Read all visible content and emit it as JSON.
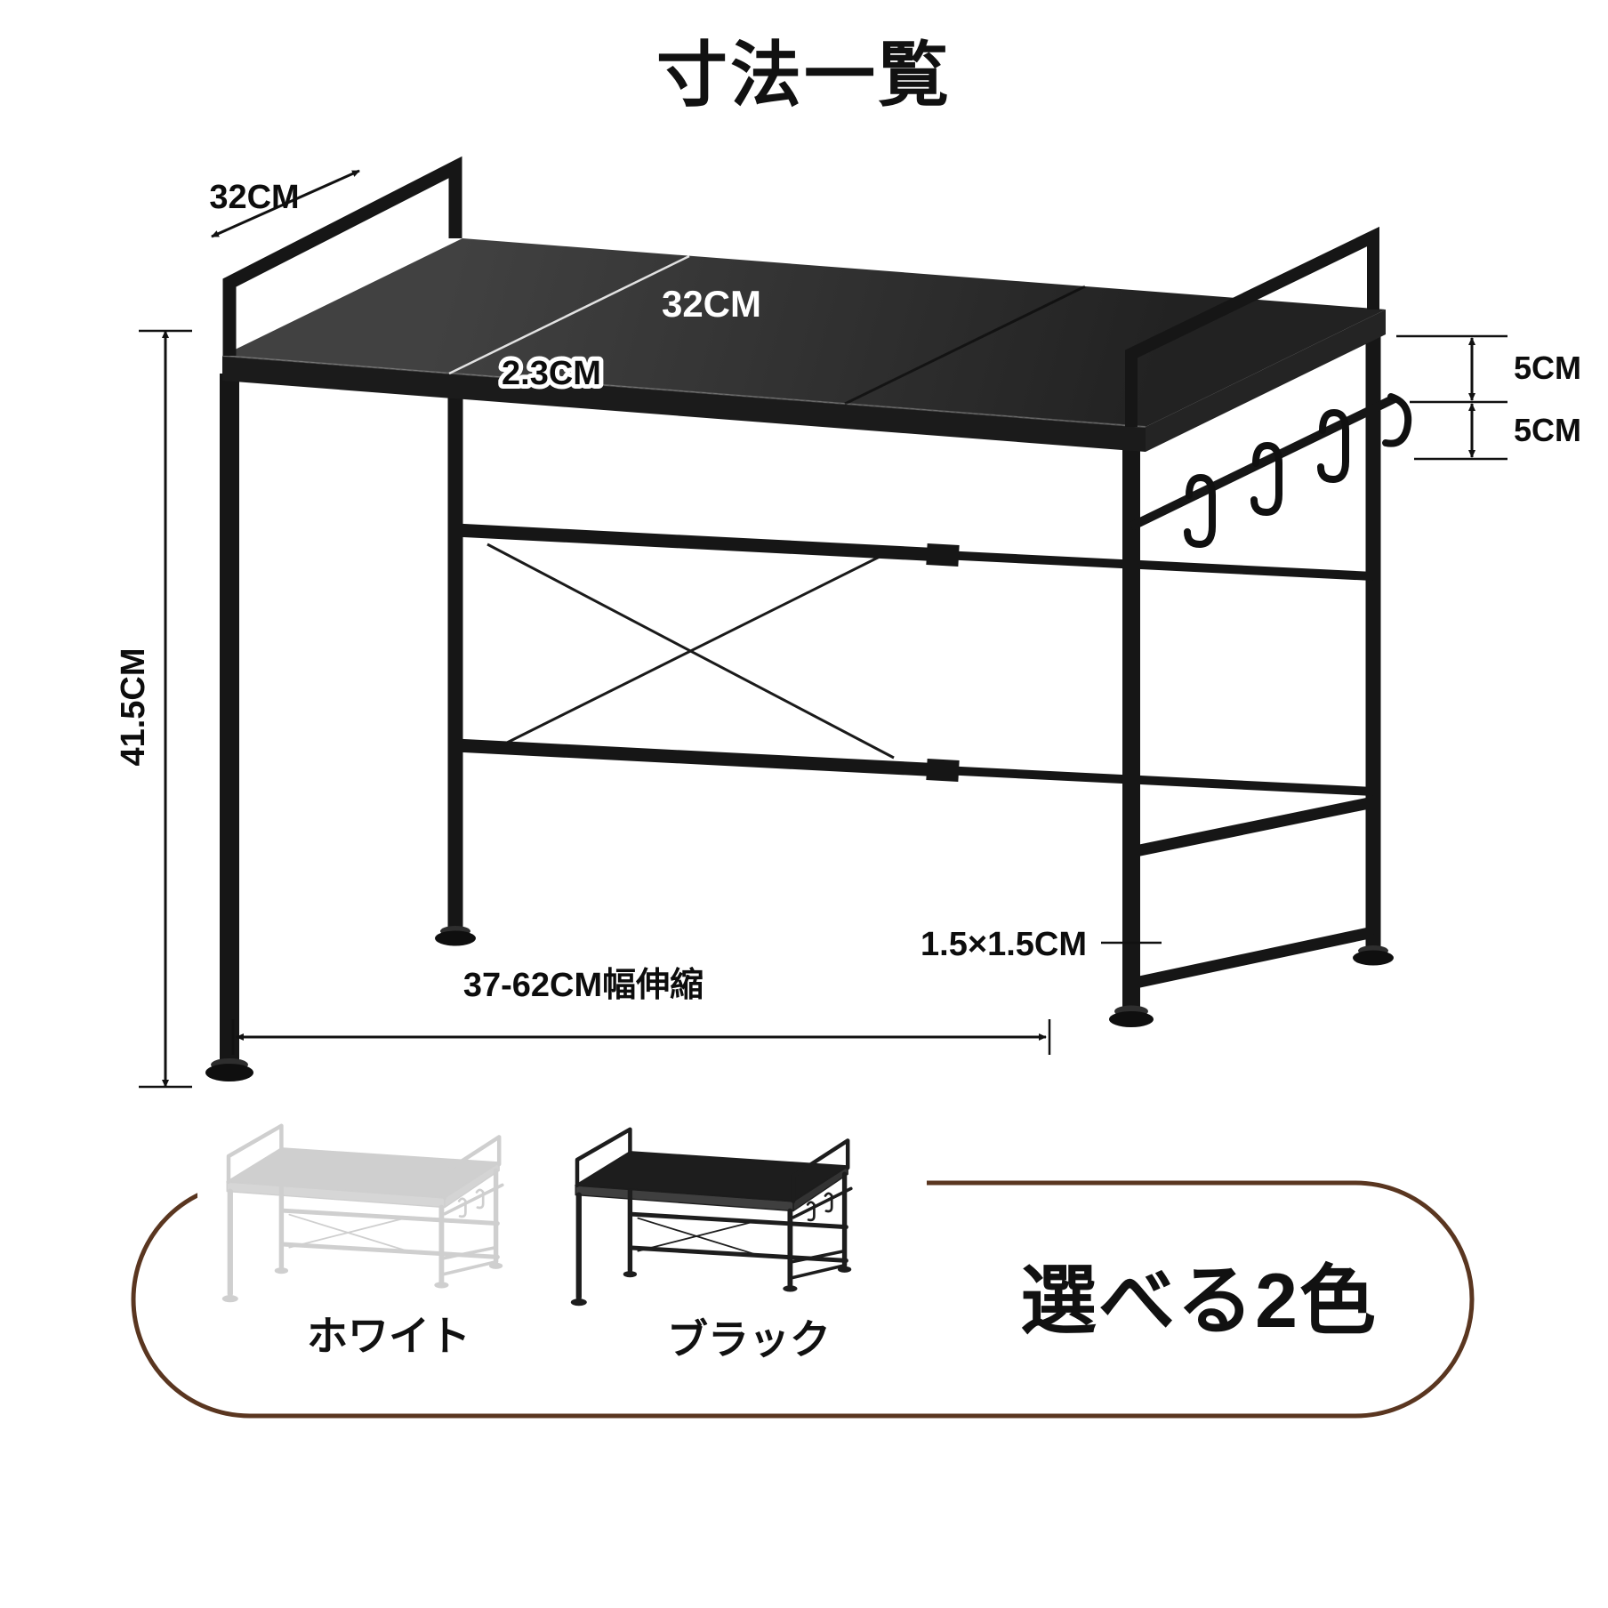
{
  "title": "寸法一覧",
  "dims": {
    "depth": "32CM",
    "board_width": "32CM",
    "thickness": "2.3CM",
    "hook_gap_top": "5CM",
    "hook_gap_bottom": "5CM",
    "height": "41.5CM",
    "tube_size": "1.5×1.5CM",
    "width_range": "37-62CM幅伸縮"
  },
  "variants": {
    "white_label": "ホワイト",
    "black_label": "ブラック",
    "caption": "選べる2色"
  },
  "colors": {
    "rack_black": "#1a1a1a",
    "rack_white": "#cfcfcf",
    "oval_border": "#5a3620",
    "shelf_dark": "#2a2a2a",
    "dimension_line": "#111111"
  }
}
